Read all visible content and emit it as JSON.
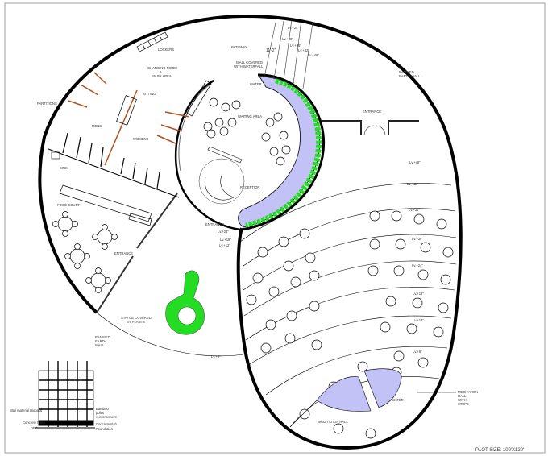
{
  "plan": {
    "labels": {
      "lockers": "LOCKERS",
      "pathway": "PATHWAY",
      "changing_room_1": "CHANGING ROOM",
      "changing_room_2": "&",
      "changing_room_3": "WASH AREA",
      "sitting": "SITTING",
      "partitions": "PARTITIONS",
      "mens": "MENS",
      "womens": "WOMENS",
      "sink": "SINK",
      "wall_covered_1": "WALL COVERED",
      "wall_covered_2": "WITH WATERFALL",
      "water_top": "WATER",
      "waiting_area": "WAITING AREA",
      "reception": "RECEPTION",
      "entrance_right": "ENTRANCE",
      "entrance_reception": "ENTRANCE",
      "entrance_food": "ENTRANCE",
      "food_court": "FOOD COURT",
      "rammed_wall_top_1": "6\"",
      "rammed_wall_top_2": "RAMMED",
      "rammed_wall_top_3": "EARTH WALL",
      "rammed_wall_left_1": "RAMMED",
      "rammed_wall_left_2": "EARTH",
      "rammed_wall_left_3": "WALL",
      "statue_1": "STATUE COVERED",
      "statue_2": "BY PLANTS",
      "dimension": "11'-2\"",
      "meditation_steps_1": "MEDITATION",
      "meditation_steps_2": "HALL",
      "meditation_steps_3": "WITH",
      "meditation_steps_4": "STEPS",
      "meditation_hall": "MEDITATION HALL",
      "water_bottom": "WATER"
    },
    "levels": {
      "stair_24": "Lv.+24\"",
      "stair_30": "Lv.+30\"",
      "stair_36": "Lv.+36\"",
      "stair_42": "Lv.+42\"",
      "stair_48": "Lv.+48\"",
      "east_48": "Lv.+48\"",
      "row_42": "Lv.+42\"",
      "row_36": "Lv.+36\"",
      "row_30": "Lv.+30\"",
      "row_24": "Lv.+24\"",
      "row_18": "Lv.+18\"",
      "row_12": "Lv.+12\"",
      "row_6": "Lv.+6\"",
      "reception_24": "Lv.+24\"",
      "reception_18": "Lv.+18\"",
      "reception_12": "Lv.+12\"",
      "courtyard_6": "Lv.+6\""
    },
    "wall_section": {
      "wall_material": "Wall material Biogass",
      "concrete_finish": "Concrete finish",
      "dpc": "DPC",
      "bamboo_1": "Bamboo",
      "bamboo_2": "poles",
      "bamboo_3": "reinforcement",
      "concrete_slab": "Concrete slab",
      "foundation": "Foundation"
    },
    "plot_size": "PLOT SIZE: 100'X120'",
    "colors": {
      "plants": "#22dd22",
      "water": "#5a5ae0",
      "partition": "#b0501a",
      "wall": "#000000"
    }
  }
}
